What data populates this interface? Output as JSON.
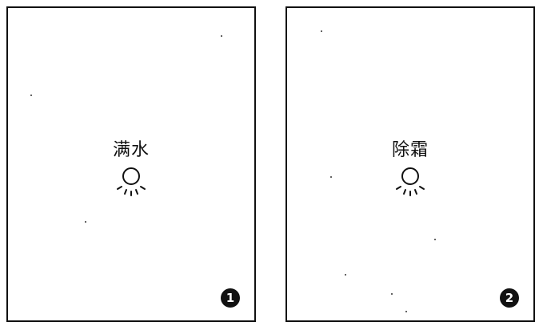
{
  "panels": [
    {
      "label": "满水",
      "badge": "1"
    },
    {
      "label": "除霜",
      "badge": "2"
    }
  ],
  "icons": {
    "lamp": "indicator-lamp-icon"
  },
  "colors": {
    "ink": "#111111",
    "background": "#ffffff"
  }
}
